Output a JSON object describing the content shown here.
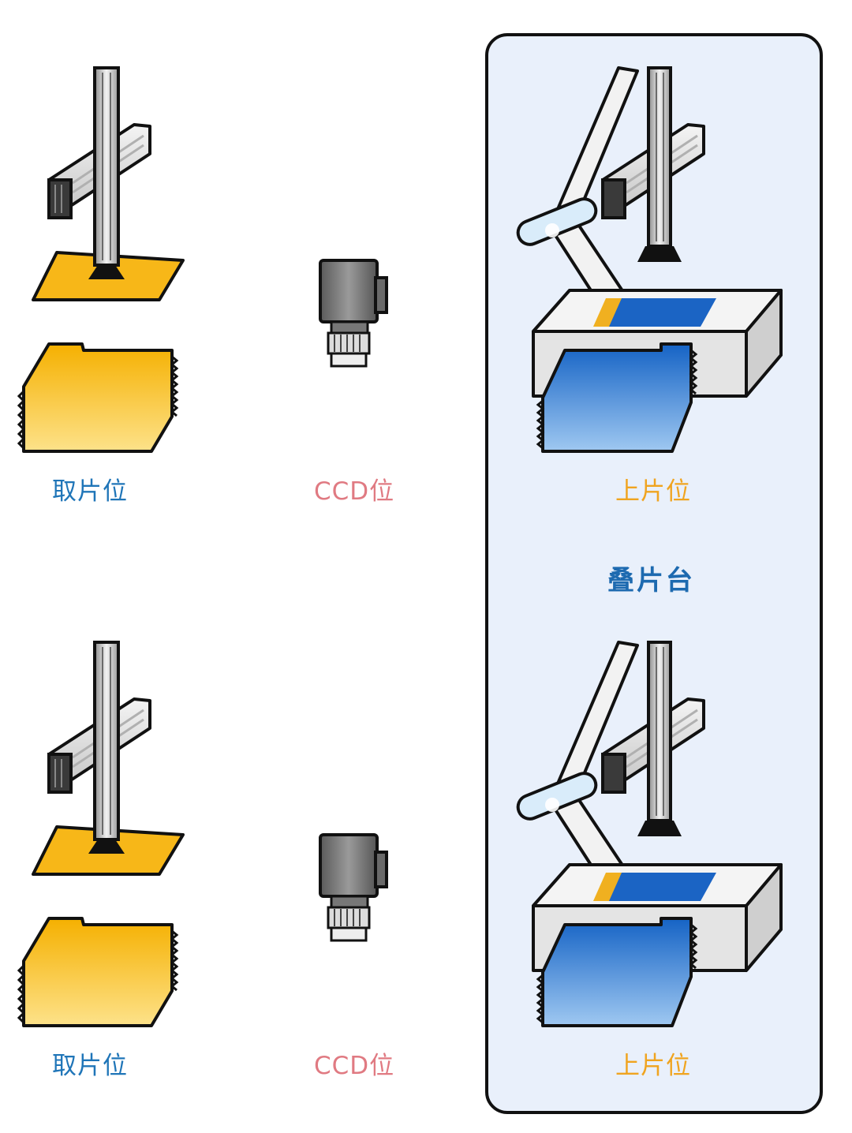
{
  "colors": {
    "pick_label": "#1f75b8",
    "ccd_label": "#e07a82",
    "load_label": "#f0a41f",
    "title": "#1d6ab0",
    "panel_bg": "#e9f0fb",
    "yellow_sheet": "#f7b718",
    "blue_sheet": "#1b64c4",
    "outline": "#111111"
  },
  "rows": [
    {
      "pick_label": "取片位",
      "ccd_label": "CCD位",
      "load_label": "上片位"
    },
    {
      "pick_label": "取片位",
      "ccd_label": "CCD位",
      "load_label": "上片位"
    }
  ],
  "stacking_table": {
    "title": "叠片台"
  },
  "icons": {
    "pick_robot": "gantry-pick-arm-icon",
    "yellow_stack": "yellow-sheet-stack-icon",
    "camera": "ccd-camera-icon",
    "load_robot": "swing-arm-loader-icon",
    "blue_stack": "blue-sheet-stack-icon"
  }
}
